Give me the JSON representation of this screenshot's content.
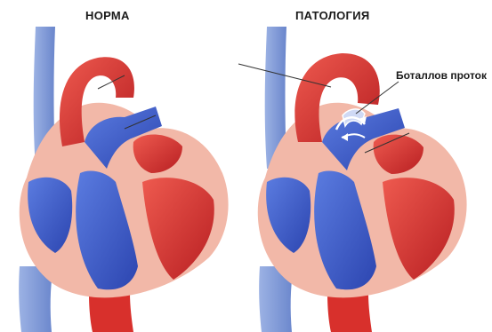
{
  "labels": {
    "normal": "НОРМА",
    "pathology": "ПАТОЛОГИЯ",
    "ductus": "Боталлов проток"
  },
  "colors": {
    "oxygenated": "#d8302c",
    "deoxygenated": "#3f5fd0",
    "vessel_light": "#7f9bd6",
    "wall": "#f2b8a8",
    "shunt_arrow": "#ffffff"
  }
}
